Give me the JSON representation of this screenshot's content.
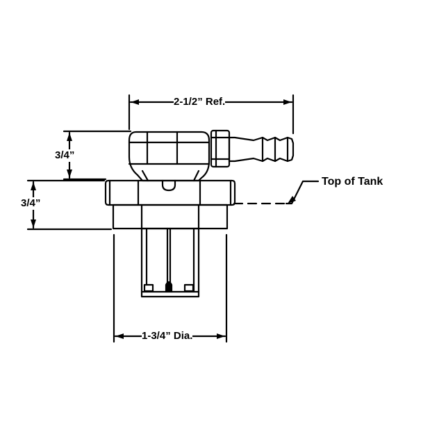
{
  "dimensions": {
    "overall_width": "2-1/2” Ref.",
    "fitting_height": "3/4”",
    "flange_height": "3/4”",
    "diameter": "1-3/4” Dia."
  },
  "callouts": {
    "top_of_tank": "Top of Tank"
  },
  "colors": {
    "ink": "#000000",
    "paper": "#ffffff"
  }
}
